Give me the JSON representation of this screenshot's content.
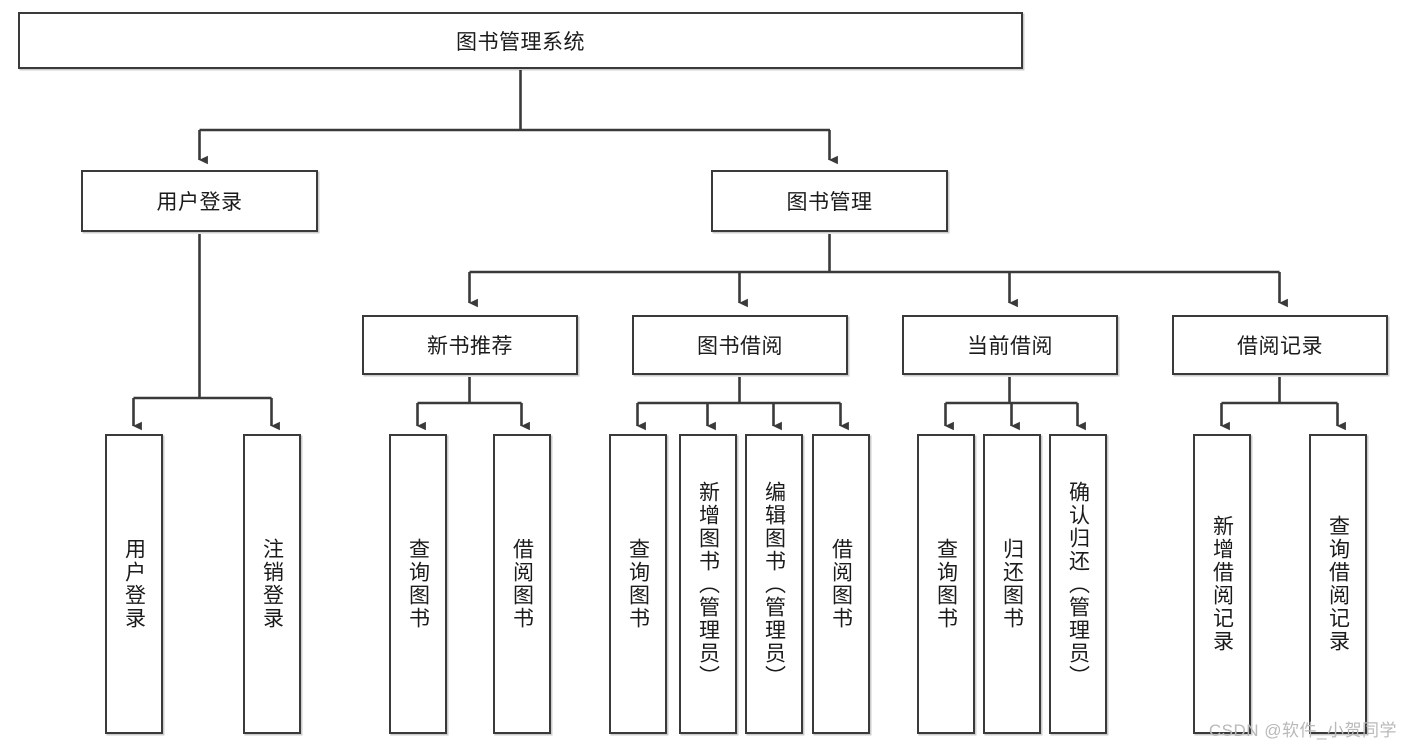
{
  "diagram": {
    "type": "hierarchy-tree",
    "title": "图书管理系统",
    "orientation": "top-down",
    "levels": 4,
    "root": {
      "id": "root",
      "label": "图书管理系统",
      "text_direction": "horizontal"
    },
    "level2": [
      {
        "id": "user-login",
        "label": "用户登录",
        "text_direction": "horizontal"
      },
      {
        "id": "book-manage",
        "label": "图书管理",
        "text_direction": "horizontal"
      }
    ],
    "level3": [
      {
        "id": "new-book-recommend",
        "label": "新书推荐",
        "text_direction": "horizontal",
        "parent": "book-manage"
      },
      {
        "id": "book-borrow",
        "label": "图书借阅",
        "text_direction": "horizontal",
        "parent": "book-manage"
      },
      {
        "id": "current-borrow",
        "label": "当前借阅",
        "text_direction": "horizontal",
        "parent": "book-manage"
      },
      {
        "id": "borrow-record",
        "label": "借阅记录",
        "text_direction": "horizontal",
        "parent": "book-manage"
      }
    ],
    "leaves": {
      "user_login": [
        {
          "id": "leaf-user-login",
          "label": "用户登录",
          "text_direction": "vertical"
        },
        {
          "id": "leaf-user-logout",
          "label": "注销登录",
          "text_direction": "vertical"
        }
      ],
      "new_book_recommend": [
        {
          "id": "leaf-query-book-1",
          "label": "查询图书",
          "text_direction": "vertical"
        },
        {
          "id": "leaf-borrow-book-1",
          "label": "借阅图书",
          "text_direction": "vertical"
        }
      ],
      "book_borrow": [
        {
          "id": "leaf-query-book-2",
          "label": "查询图书",
          "text_direction": "vertical"
        },
        {
          "id": "leaf-add-book",
          "label": "新增图书（管理员）",
          "text_direction": "vertical"
        },
        {
          "id": "leaf-edit-book",
          "label": "编辑图书（管理员）",
          "text_direction": "vertical"
        },
        {
          "id": "leaf-borrow-book-2",
          "label": "借阅图书",
          "text_direction": "vertical"
        }
      ],
      "current_borrow": [
        {
          "id": "leaf-query-book-3",
          "label": "查询图书",
          "text_direction": "vertical"
        },
        {
          "id": "leaf-return-book",
          "label": "归还图书",
          "text_direction": "vertical"
        },
        {
          "id": "leaf-confirm-return",
          "label": "确认归还（管理员）",
          "text_direction": "vertical"
        }
      ],
      "borrow_record": [
        {
          "id": "leaf-add-record",
          "label": "新增借阅记录",
          "text_direction": "vertical"
        },
        {
          "id": "leaf-query-record",
          "label": "查询借阅记录",
          "text_direction": "vertical"
        }
      ]
    },
    "colors": {
      "stroke": "#3a3a3a",
      "fill": "#ffffff",
      "text": "#1b1b1b",
      "watermark": "#b9b9b9",
      "background": "#ffffff"
    }
  },
  "watermark": {
    "text": "CSDN @软件_小贺同学"
  }
}
